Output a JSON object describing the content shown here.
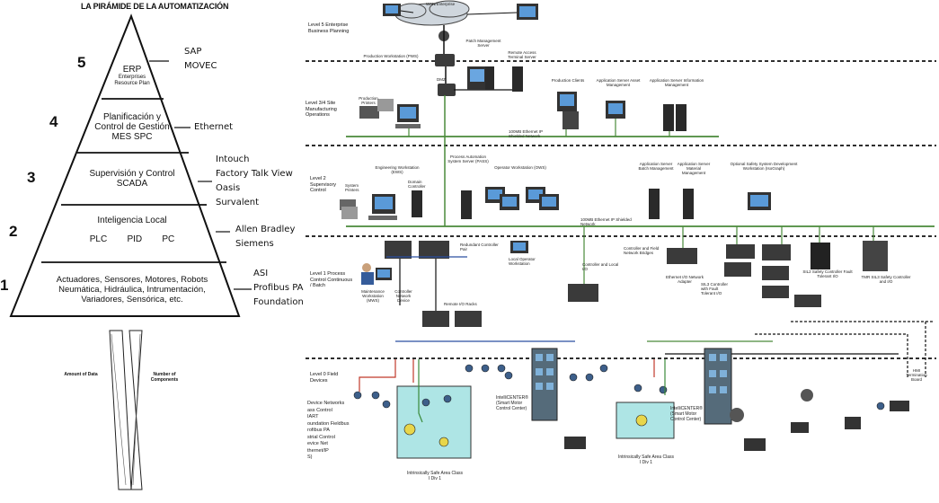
{
  "pyramid": {
    "title": "LA PIRÁMIDE DE LA AUTOMATIZACIÓN",
    "levels": [
      {
        "num": "5",
        "lines": [
          "ERP",
          "Enterprises",
          "Resource Plan"
        ],
        "side": [
          "SAP",
          "MOVEC"
        ]
      },
      {
        "num": "4",
        "lines": [
          "Planificación y",
          "Control de Gestión",
          "MES   SPC"
        ],
        "side": [
          "Ethernet"
        ]
      },
      {
        "num": "3",
        "lines": [
          "Supervisión y Control",
          "SCADA"
        ],
        "side": [
          "Intouch",
          "Factory Talk View",
          "Oasis",
          "Survalent"
        ]
      },
      {
        "num": "2",
        "lines": [
          "Inteligencia Local",
          "PLC        PID        PC"
        ],
        "side": [
          "Allen Bradley",
          "Siemens"
        ]
      },
      {
        "num": "1",
        "lines": [
          "Actuadores, Sensores, Motores, Robots",
          "Neumática, Hidráulica, Intrumentación,",
          "Variadores, Sensórica, etc."
        ],
        "side": [
          "ASI",
          "Profibus PA",
          "Foundation"
        ]
      }
    ],
    "amount_of_data": "Amount of Data",
    "number_of_components": "Number of Components"
  },
  "network": {
    "level5": "Level 5 Enterprise Business Planning",
    "wan": "WAN/Enterprise",
    "dmz": "DMZ",
    "patch_server": "Patch Management Server",
    "remote_access": "Remote Access Terminal Server",
    "level34": "Level 3/4 Site Manufacturing Operations",
    "prod_workstation": "Production Workstation (PWS)",
    "prod_printers": "Production Printers",
    "prod_clients": "Production Clients",
    "app_asset": "Application Server Asset Management",
    "app_info": "Application Server Information Management",
    "eth1": "100MB Ethernet IP Shielded Network",
    "level2": "Level 2 Supervisory Control",
    "eng_workstation": "Engineering Workstation (EWS)",
    "sys_printers": "System Printers",
    "domain_ctrl": "Domain Controller",
    "pas_server": "Process Automation System Server (PASS)",
    "op_workstation": "Operator Workstation (OWS)",
    "batch_mgmt": "Application Server Batch Management",
    "material_mgmt": "Application Server Material Management",
    "safety_ws": "Optional Safety System Development Workstation (IsoGraph)",
    "eth2": "100MB Ethernet IP Shielded Network",
    "level1": "Level 1 Process Control Continuous / Batch",
    "redundant_ctrl": "Redundant Controller Pair",
    "local_op": "Local Operator Workstation",
    "ctrl_local_io": "Controller and Local I/O",
    "ctrl_field_bridges": "Controller and Field Network Bridges",
    "eth_io": "Ethernet I/O Network Adapter",
    "sil3": "SIL3 Controller with Fault Tolerant I/O",
    "sil2": "SIL2 Safety Controller Fault Tolerant I/O",
    "tmr": "TMR SIL3 Safety Controller and I/O",
    "maint_ws": "Maintenance Workstation (MWS)",
    "ctrl_network": "Controller Network Device",
    "remote_io": "Remote I/O Racks",
    "level0": "Level 0 Field Devices",
    "field_nets": [
      "Device Networks",
      "ass Control",
      "IART",
      "oundation Fieldbus",
      "rofibus PA",
      "strial Control",
      "evice Net",
      "thernet/IP",
      "S)"
    ],
    "intellicenter1": "IntelliCENTER® (Smart Motor Control Center)",
    "intellicenter2": "IntelliCENTER® (Smart Motor Control Center)",
    "safe_area1": "Intrinsically Safe Area Class I Div 1",
    "safe_area2": "Intrinsically Safe Area Class I Div 1",
    "hmi": "HMI Termination Board"
  }
}
